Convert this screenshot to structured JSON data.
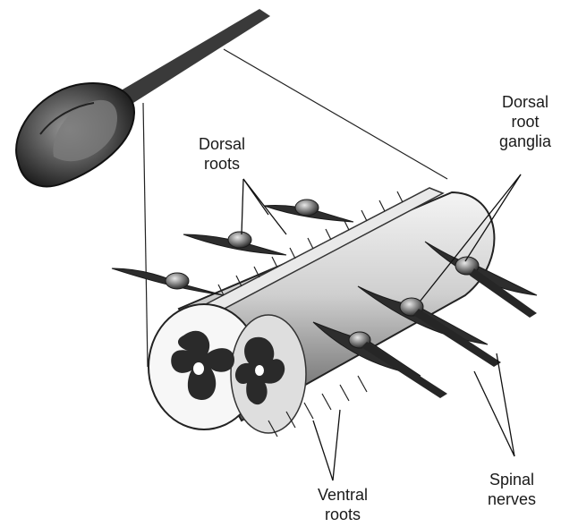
{
  "labels": {
    "dorsal_roots": "Dorsal\nroots",
    "dorsal_root_ganglia": "Dorsal\nroot\nganglia",
    "ventral_roots": "Ventral\nroots",
    "spinal_nerves": "Spinal\nnerves"
  }
}
